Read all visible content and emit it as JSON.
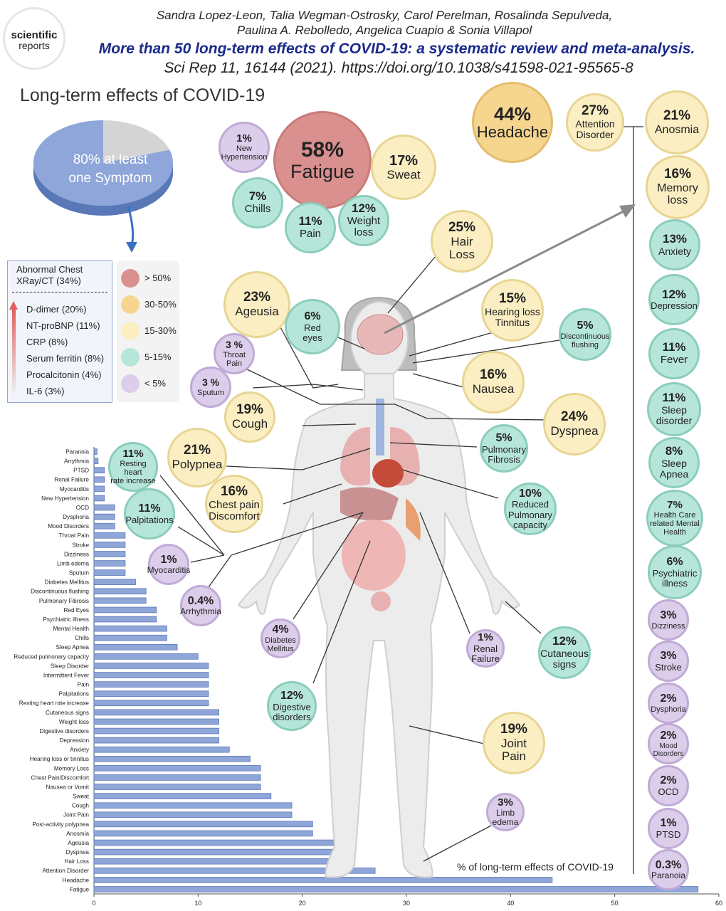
{
  "header": {
    "journal_logo_line1": "scientific",
    "journal_logo_line2": "reports",
    "authors_line1": "Sandra Lopez-Leon, Talia Wegman-Ostrosky, Carol Perelman, Rosalinda Sepulveda,",
    "authors_line2": "Paulina A. Rebolledo, Angelica Cuapio & Sonia Villapol",
    "paper_title": "More than 50 long-term effects of COVID-19: a systematic review and meta-analysis.",
    "citation": "Sci Rep 11, 16144 (2021). https://doi.org/10.1038/s41598-021-95565-8"
  },
  "infographic": {
    "title": "Long-term effects of COVID-19",
    "pie_label_line1": "80% at least",
    "pie_label_line2": "one Symptom",
    "pie_value": 80,
    "markers_box": {
      "title_line1": "Abnormal Chest",
      "title_line2": "XRay/CT (34%)",
      "items": [
        "D-dimer (20%)",
        "NT-proBNP (11%)",
        "CRP (8%)",
        "Serum ferritin (8%)",
        "Procalcitonin (4%)",
        "IL-6 (3%)"
      ]
    },
    "legend": [
      {
        "label": "> 50%",
        "color": "#d9908e"
      },
      {
        "label": "30-50%",
        "color": "#f6d58f"
      },
      {
        "label": "15-30%",
        "color": "#fbeec3"
      },
      {
        "label": "5-15%",
        "color": "#b6e6d9"
      },
      {
        "label": "< 5%",
        "color": "#dccdea"
      }
    ],
    "bubbles": [
      {
        "pct": "58%",
        "l1": "Fatigue",
        "l2": "",
        "cls": "gt50"
      },
      {
        "pct": "1%",
        "l1": "New",
        "l2": "Hypertension",
        "cls": "lt5"
      },
      {
        "pct": "17%",
        "l1": "Sweat",
        "l2": "",
        "cls": "p15"
      },
      {
        "pct": "7%",
        "l1": "Chills",
        "l2": "",
        "cls": "p5"
      },
      {
        "pct": "11%",
        "l1": "Pain",
        "l2": "",
        "cls": "p5"
      },
      {
        "pct": "12%",
        "l1": "Weight",
        "l2": "loss",
        "cls": "p5"
      },
      {
        "pct": "44%",
        "l1": "Headache",
        "l2": "",
        "cls": "p30"
      },
      {
        "pct": "27%",
        "l1": "Attention",
        "l2": "Disorder",
        "cls": "p15"
      },
      {
        "pct": "21%",
        "l1": "Anosmia",
        "l2": "",
        "cls": "p15"
      },
      {
        "pct": "16%",
        "l1": "Memory",
        "l2": "loss",
        "cls": "p15"
      },
      {
        "pct": "13%",
        "l1": "Anxiety",
        "l2": "",
        "cls": "p5"
      },
      {
        "pct": "12%",
        "l1": "Depression",
        "l2": "",
        "cls": "p5"
      },
      {
        "pct": "11%",
        "l1": "Fever",
        "l2": "",
        "cls": "p5"
      },
      {
        "pct": "11%",
        "l1": "Sleep",
        "l2": "disorder",
        "cls": "p5"
      },
      {
        "pct": "8%",
        "l1": "Sleep",
        "l2": "Apnea",
        "cls": "p5"
      },
      {
        "pct": "7%",
        "l1": "Health Care",
        "l2": "related Mental",
        "l3": "Health",
        "cls": "p5"
      },
      {
        "pct": "6%",
        "l1": "Psychiatric",
        "l2": "illness",
        "cls": "p5"
      },
      {
        "pct": "3%",
        "l1": "Dizziness",
        "l2": "",
        "cls": "lt5"
      },
      {
        "pct": "3%",
        "l1": "Stroke",
        "l2": "",
        "cls": "lt5"
      },
      {
        "pct": "2%",
        "l1": "Dysphoria",
        "l2": "",
        "cls": "lt5"
      },
      {
        "pct": "2%",
        "l1": "Mood",
        "l2": "Disorders",
        "cls": "lt5"
      },
      {
        "pct": "2%",
        "l1": "OCD",
        "l2": "",
        "cls": "lt5"
      },
      {
        "pct": "1%",
        "l1": "PTSD",
        "l2": "",
        "cls": "lt5"
      },
      {
        "pct": "0.3%",
        "l1": "Paranoia",
        "l2": "",
        "cls": "lt5"
      },
      {
        "pct": "25%",
        "l1": "Hair",
        "l2": "Loss",
        "cls": "p15"
      },
      {
        "pct": "23%",
        "l1": "Ageusia",
        "l2": "",
        "cls": "p15"
      },
      {
        "pct": "6%",
        "l1": "Red",
        "l2": "eyes",
        "cls": "p5"
      },
      {
        "pct": "15%",
        "l1": "Hearing loss",
        "l2": "Tinnitus",
        "cls": "p15"
      },
      {
        "pct": "5%",
        "l1": "Discontinuous",
        "l2": "flushing",
        "cls": "p5"
      },
      {
        "pct": "3 %",
        "l1": "Throat",
        "l2": "Pain",
        "cls": "lt5"
      },
      {
        "pct": "3 %",
        "l1": "Sputum",
        "l2": "",
        "cls": "lt5"
      },
      {
        "pct": "16%",
        "l1": "Nausea",
        "l2": "",
        "cls": "p15"
      },
      {
        "pct": "19%",
        "l1": "Cough",
        "l2": "",
        "cls": "p15"
      },
      {
        "pct": "24%",
        "l1": "Dyspnea",
        "l2": "",
        "cls": "p15"
      },
      {
        "pct": "21%",
        "l1": "Polypnea",
        "l2": "",
        "cls": "p15"
      },
      {
        "pct": "5%",
        "l1": "Pulmonary",
        "l2": "Fibrosis",
        "cls": "p5"
      },
      {
        "pct": "11%",
        "l1": "Resting heart",
        "l2": "rate increase",
        "cls": "p5"
      },
      {
        "pct": "16%",
        "l1": "Chest pain",
        "l2": "Discomfort",
        "cls": "p15"
      },
      {
        "pct": "10%",
        "l1": "Reduced",
        "l2": "Pulmonary",
        "l3": "capacity",
        "cls": "p5"
      },
      {
        "pct": "11%",
        "l1": "Palpitations",
        "l2": "",
        "cls": "p5"
      },
      {
        "pct": "1%",
        "l1": "Myocarditis",
        "l2": "",
        "cls": "lt5"
      },
      {
        "pct": "0.4%",
        "l1": "Arrhythmia",
        "l2": "",
        "cls": "lt5"
      },
      {
        "pct": "4%",
        "l1": "Diabetes",
        "l2": "Mellitus",
        "cls": "lt5"
      },
      {
        "pct": "1%",
        "l1": "Renal",
        "l2": "Failure",
        "cls": "lt5"
      },
      {
        "pct": "12%",
        "l1": "Cutaneous",
        "l2": "signs",
        "cls": "p5"
      },
      {
        "pct": "12%",
        "l1": "Digestive",
        "l2": "disorders",
        "cls": "p5"
      },
      {
        "pct": "19%",
        "l1": "Joint",
        "l2": "Pain",
        "cls": "p15"
      },
      {
        "pct": "3%",
        "l1": "Limb",
        "l2": "edema",
        "cls": "lt5"
      }
    ]
  },
  "chart_data": {
    "type": "bar",
    "orientation": "horizontal",
    "title": "",
    "annotation": "% of long-term effects of COVID-19",
    "xlim": [
      0,
      60
    ],
    "xticks": [
      0,
      10,
      20,
      30,
      40,
      50,
      60
    ],
    "bar_color": "#8fa6d8",
    "categories": [
      "Paranoia",
      "Arrythmia",
      "PTSD",
      "Renal Failure",
      "Myocarditis",
      "New Hypertension",
      "OCD",
      "Dysphoria",
      "Mood Disorders",
      "Throat Pain",
      "Stroke",
      "Dizziness",
      "Limb edema",
      "Sputum",
      "Diabetes Mellitus",
      "Discontinuous flushing",
      "Pulmonary Fibrosis",
      "Red Eyes",
      "Psychiatric illness",
      "Mental Health",
      "Chills",
      "Sleep Apnea",
      "Reduced pulmonary capacity",
      "Sleep Disorder",
      "Intermittent Fever",
      "Pain",
      "Palpitations",
      "Resting heart rate increase",
      "Cutaneous signs",
      "Weight loss",
      "Digestive disorders",
      "Depression",
      "Anxiety",
      "Hearing loss or tinnitus",
      "Memory Loss",
      "Chest Pain/Discomfort",
      "Nausea or Vomit",
      "Sweat",
      "Cough",
      "Joint Pain",
      "Post-activity polypnea",
      "Anosmia",
      "Ageusia",
      "Dyspnea",
      "Hair Loss",
      "Attention Disorder",
      "Headache",
      "Fatigue"
    ],
    "values": [
      0.3,
      0.4,
      1,
      1,
      1,
      1,
      2,
      2,
      2,
      3,
      3,
      3,
      3,
      3,
      4,
      5,
      5,
      6,
      6,
      7,
      7,
      8,
      10,
      11,
      11,
      11,
      11,
      11,
      12,
      12,
      12,
      12,
      13,
      15,
      16,
      16,
      16,
      17,
      19,
      19,
      21,
      21,
      23,
      23,
      25,
      27,
      44,
      58
    ]
  }
}
